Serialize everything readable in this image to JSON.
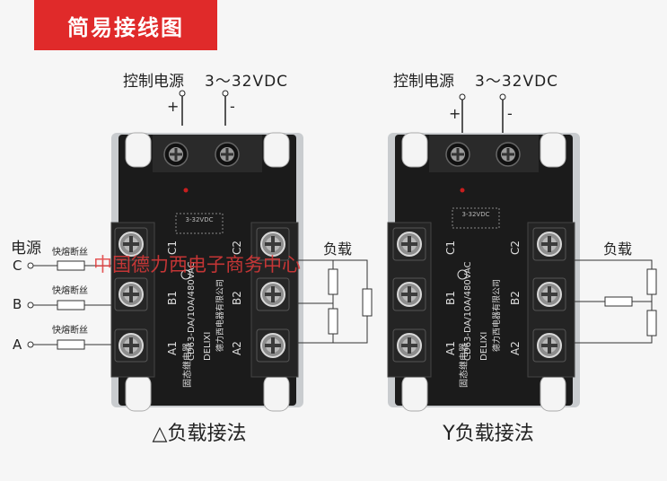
{
  "header": {
    "title": "简易接线图"
  },
  "control": {
    "label": "控制电源",
    "voltage": "3～32VDC",
    "plus": "+",
    "minus": "-"
  },
  "power_source": {
    "label": "电源",
    "phases": [
      "C",
      "B",
      "A"
    ],
    "fuse_labels": [
      "快熔断丝",
      "快熔断丝",
      "快熔断丝"
    ]
  },
  "relay": {
    "model": "CD63-DA/10A/480VAC",
    "name": "固态继电器",
    "brand": "DELIXI",
    "maker": "德力西电器有限公司",
    "dc_mark": "3-32VDC",
    "terminals_left": [
      "C1",
      "B1",
      "A1"
    ],
    "terminals_right": [
      "C2",
      "B2",
      "A2"
    ]
  },
  "load": {
    "label": "负载"
  },
  "captions": {
    "delta": "△负载接法",
    "wye": "Y负载接法"
  },
  "watermark": "中国德力西电子商务中心"
}
